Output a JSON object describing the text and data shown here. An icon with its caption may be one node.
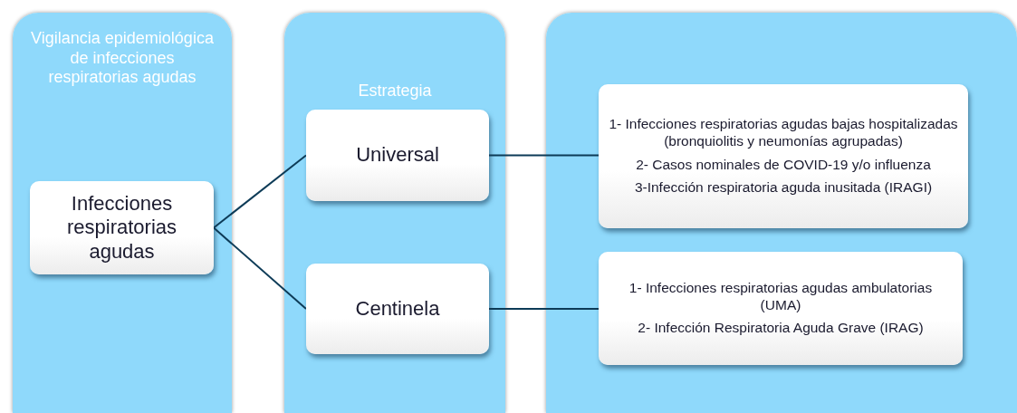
{
  "diagram": {
    "nodes": [
      {
        "text": [
          "Vigilancia epidemiológica de infecciones respiratorias agudas"
        ]
      },
      {
        "text": [
          "Infecciones respiratorias agudas"
        ],
        "in": 0
      },
      {
        "text": [
          "Estrategia"
        ]
      },
      {
        "text": [
          "Universal"
        ],
        "in": 2
      },
      {
        "text": [
          "Centinela"
        ],
        "in": 2
      },
      {
        "text": [],
        "shape": "box"
      },
      {
        "text": [
          "1- Infecciones respiratorias agudas bajas hospitalizadas (bronquiolitis y neumonías agrupadas)",
          "2- Casos nominales de COVID-19 y/o influenza",
          "3-Infección respiratoria aguda inusitada (IRAGI)"
        ],
        "in": 5
      },
      {
        "text": [
          "1- Infecciones respiratorias agudas ambulatorias (UMA)",
          "2- Infección Respiratoria Aguda Grave (IRAG)"
        ],
        "in": 5
      }
    ],
    "edges": [
      {
        "from": 1,
        "to": 3,
        "arrow": "none"
      },
      {
        "from": 1,
        "to": 4,
        "arrow": "none"
      },
      {
        "from": 3,
        "to": 6,
        "arrow": "none"
      },
      {
        "from": 4,
        "to": 7,
        "arrow": "none"
      }
    ]
  }
}
